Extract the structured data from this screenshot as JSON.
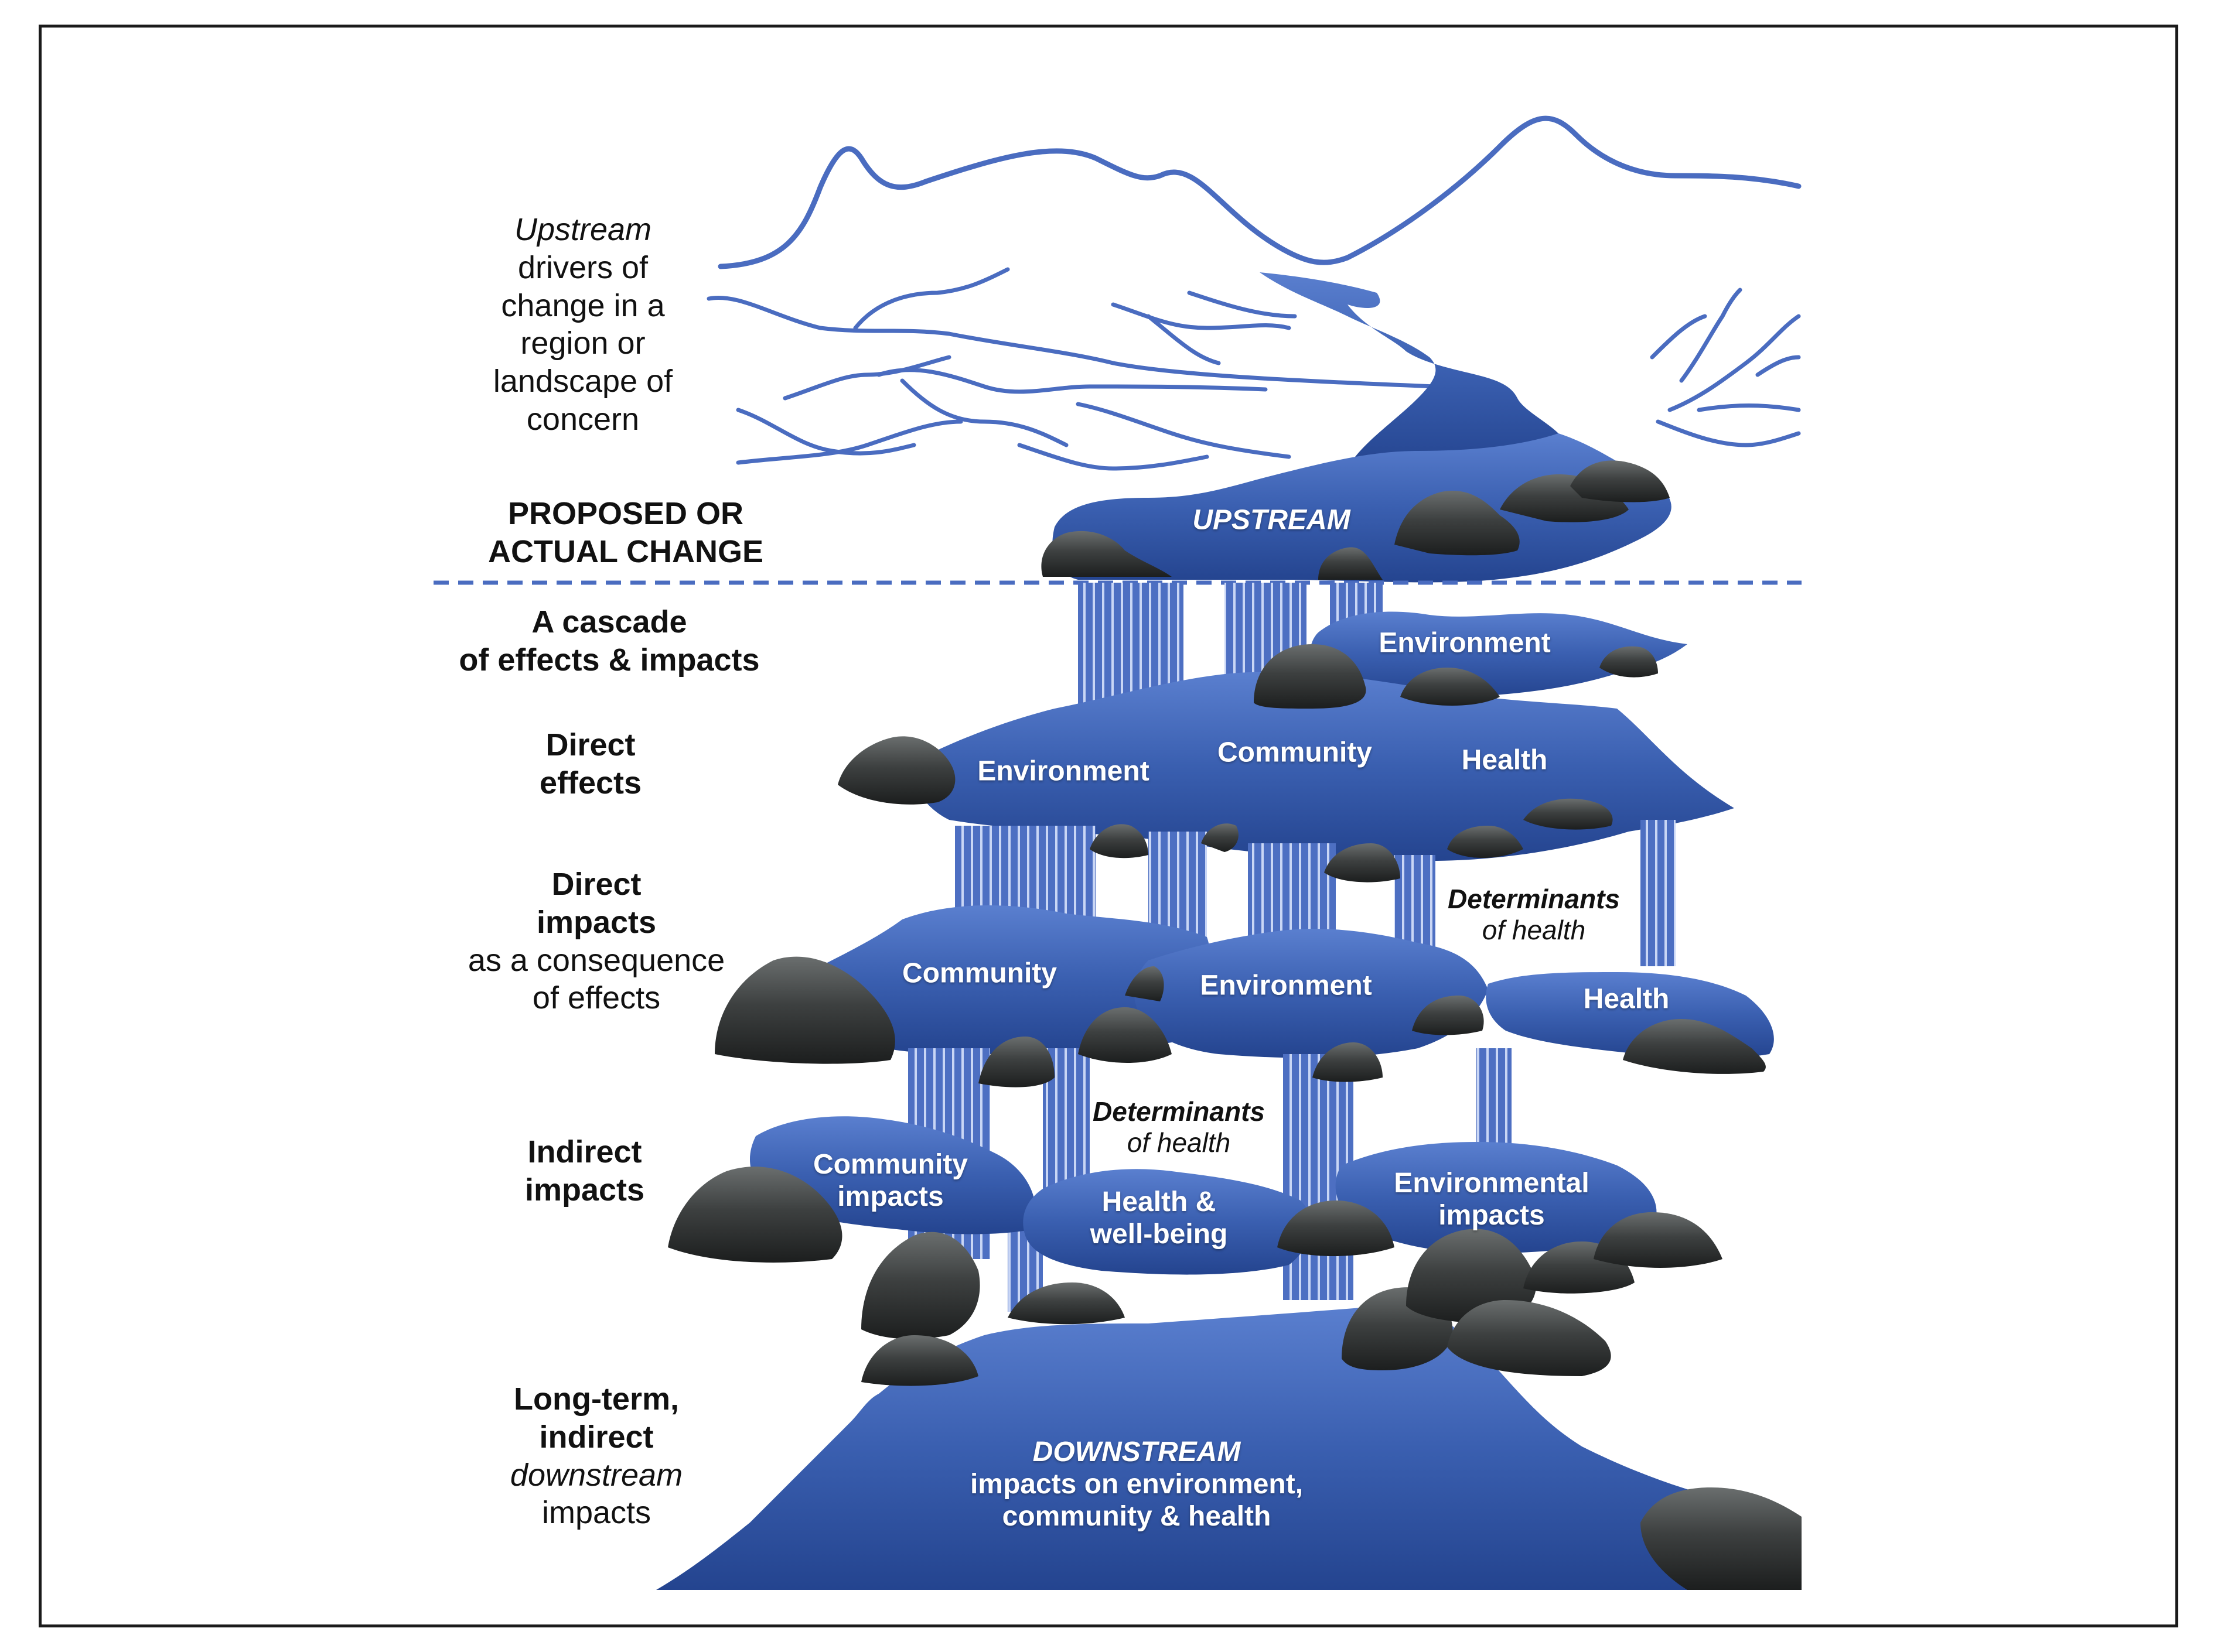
{
  "left_labels": {
    "upstream_drivers": {
      "italic": "Upstream",
      "lines": [
        "drivers of",
        "change in a",
        "region or",
        "landscape of",
        "concern"
      ]
    },
    "proposed_change": [
      "PROPOSED OR",
      "ACTUAL CHANGE"
    ],
    "cascade": [
      "A cascade",
      "of effects & impacts"
    ],
    "direct_effects": [
      "Direct",
      "effects"
    ],
    "direct_impacts": {
      "bold": [
        "Direct",
        "impacts"
      ],
      "normal": [
        "as a consequence",
        "of effects"
      ]
    },
    "indirect_impacts": [
      "Indirect",
      "impacts"
    ],
    "long_term": {
      "bold": [
        "Long-term,",
        "indirect"
      ],
      "italic": "downstream",
      "normal": "impacts"
    }
  },
  "pools": {
    "upstream": "UPSTREAM",
    "top_environment": "Environment",
    "direct_effects": [
      "Environment",
      "Community",
      "Health"
    ],
    "direct_impacts": [
      "Community",
      "Environment",
      "Health"
    ],
    "indirect": {
      "community": [
        "Community",
        "impacts"
      ],
      "health": [
        "Health &",
        "well-being"
      ],
      "environmental": [
        "Environmental",
        "impacts"
      ]
    },
    "downstream": {
      "title": "DOWNSTREAM",
      "lines": [
        "impacts on environment,",
        "community & health"
      ]
    }
  },
  "determinants": [
    {
      "bold": "Determinants",
      "normal": "of health"
    },
    {
      "bold": "Determinants",
      "normal": "of health"
    }
  ],
  "colors": {
    "water": "#3a5fb0",
    "water_dark": "#24448f",
    "rock": "#3d4040",
    "outline": "#4a6cc0",
    "divider": "#4a6cc0"
  }
}
